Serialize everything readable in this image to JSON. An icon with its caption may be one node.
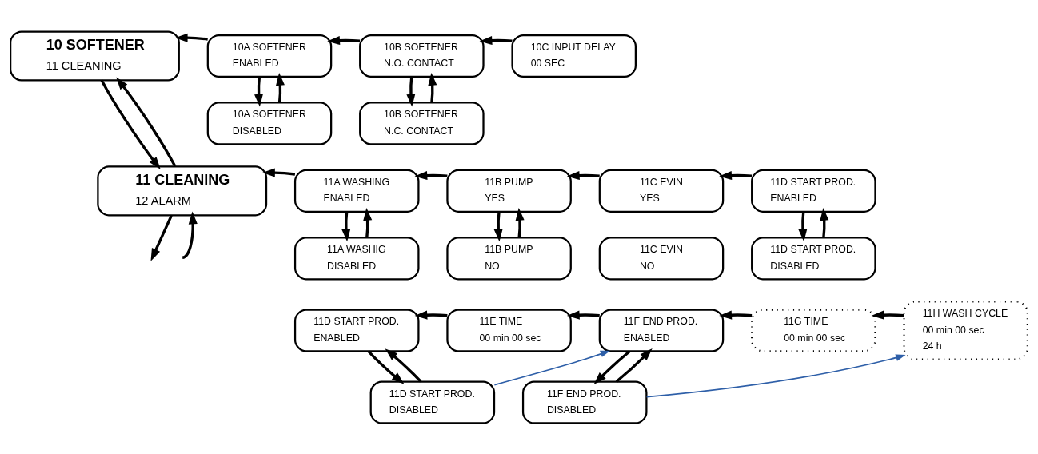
{
  "diagram": {
    "nodes": [
      {
        "text": [
          "10 SOFTENER",
          "11 CLEANING"
        ]
      },
      {
        "text": [
          "10A SOFTENER",
          "ENABLED"
        ]
      },
      {
        "text": [
          "10B SOFTENER",
          "N.O. CONTACT"
        ]
      },
      {
        "text": [
          "10C INPUT DELAY",
          "00 SEC"
        ]
      },
      {
        "text": [
          "10A SOFTENER",
          "DISABLED"
        ]
      },
      {
        "text": [
          "10B SOFTENER",
          "N.C. CONTACT"
        ]
      },
      {
        "text": [
          "11 CLEANING",
          "12 ALARM"
        ]
      },
      {
        "text": [
          "11A WASHING",
          "ENABLED"
        ]
      },
      {
        "text": [
          "11B PUMP",
          "YES"
        ]
      },
      {
        "text": [
          "11C EVIN",
          "YES"
        ]
      },
      {
        "text": [
          "11D START PROD.",
          "ENABLED"
        ]
      },
      {
        "text": [
          "11A WASHIG",
          "DISABLED"
        ]
      },
      {
        "text": [
          "11B PUMP",
          "NO"
        ]
      },
      {
        "text": [
          "11C EVIN",
          "NO"
        ]
      },
      {
        "text": [
          "11D START PROD.",
          "DISABLED"
        ]
      },
      {
        "text": [
          "11D START PROD.",
          "ENABLED"
        ]
      },
      {
        "text": [
          "11E TIME",
          "00 min 00 sec"
        ]
      },
      {
        "text": [
          "11F END PROD.",
          "ENABLED"
        ]
      },
      {
        "text": [
          "11G TIME",
          "00 min 00 sec"
        ]
      },
      {
        "text": [
          "11H WASH CYCLE",
          "00 min 00 sec",
          "24 h"
        ]
      },
      {
        "text": [
          "11D START PROD.",
          "DISABLED"
        ]
      },
      {
        "text": [
          "11F END PROD.",
          "DISABLED"
        ]
      }
    ],
    "edges": [
      {
        "from": 1,
        "to": 0,
        "arrow": "to"
      },
      {
        "from": 2,
        "to": 1,
        "arrow": "to"
      },
      {
        "from": 3,
        "to": 2,
        "arrow": "to"
      },
      {
        "from": 1,
        "to": 4,
        "arrow": "to"
      },
      {
        "from": 4,
        "to": 1,
        "arrow": "to"
      },
      {
        "from": 2,
        "to": 5,
        "arrow": "to"
      },
      {
        "from": 5,
        "to": 2,
        "arrow": "to"
      },
      {
        "from": 0,
        "to": 6,
        "arrow": "to"
      },
      {
        "from": 6,
        "to": 0,
        "arrow": "to"
      },
      {
        "from": 7,
        "to": 6,
        "arrow": "to"
      },
      {
        "from": 8,
        "to": 7,
        "arrow": "to"
      },
      {
        "from": 9,
        "to": 8,
        "arrow": "to"
      },
      {
        "from": 10,
        "to": 9,
        "arrow": "to"
      },
      {
        "from": 7,
        "to": 11,
        "arrow": "to"
      },
      {
        "from": 11,
        "to": 7,
        "arrow": "to"
      },
      {
        "from": 8,
        "to": 12,
        "arrow": "to"
      },
      {
        "from": 12,
        "to": 8,
        "arrow": "to"
      },
      {
        "from": 10,
        "to": 14,
        "arrow": "to"
      },
      {
        "from": 14,
        "to": 10,
        "arrow": "to"
      },
      {
        "from": 6,
        "to": null,
        "arrow": "to"
      },
      {
        "from": null,
        "to": 6,
        "arrow": "to"
      },
      {
        "from": 16,
        "to": 15,
        "arrow": "to"
      },
      {
        "from": 17,
        "to": 16,
        "arrow": "to"
      },
      {
        "from": 18,
        "to": 17,
        "arrow": "to"
      },
      {
        "from": 19,
        "to": 18,
        "arrow": "to"
      },
      {
        "from": 15,
        "to": 20,
        "arrow": "to"
      },
      {
        "from": 20,
        "to": 15,
        "arrow": "to"
      },
      {
        "from": 17,
        "to": 21,
        "arrow": "to"
      },
      {
        "from": 21,
        "to": 17,
        "arrow": "to"
      },
      {
        "from": 20,
        "to": 17,
        "arrow": "to",
        "color": "#2e5fa8"
      },
      {
        "from": 21,
        "to": 19,
        "arrow": "to",
        "color": "#2e5fa8"
      }
    ]
  }
}
